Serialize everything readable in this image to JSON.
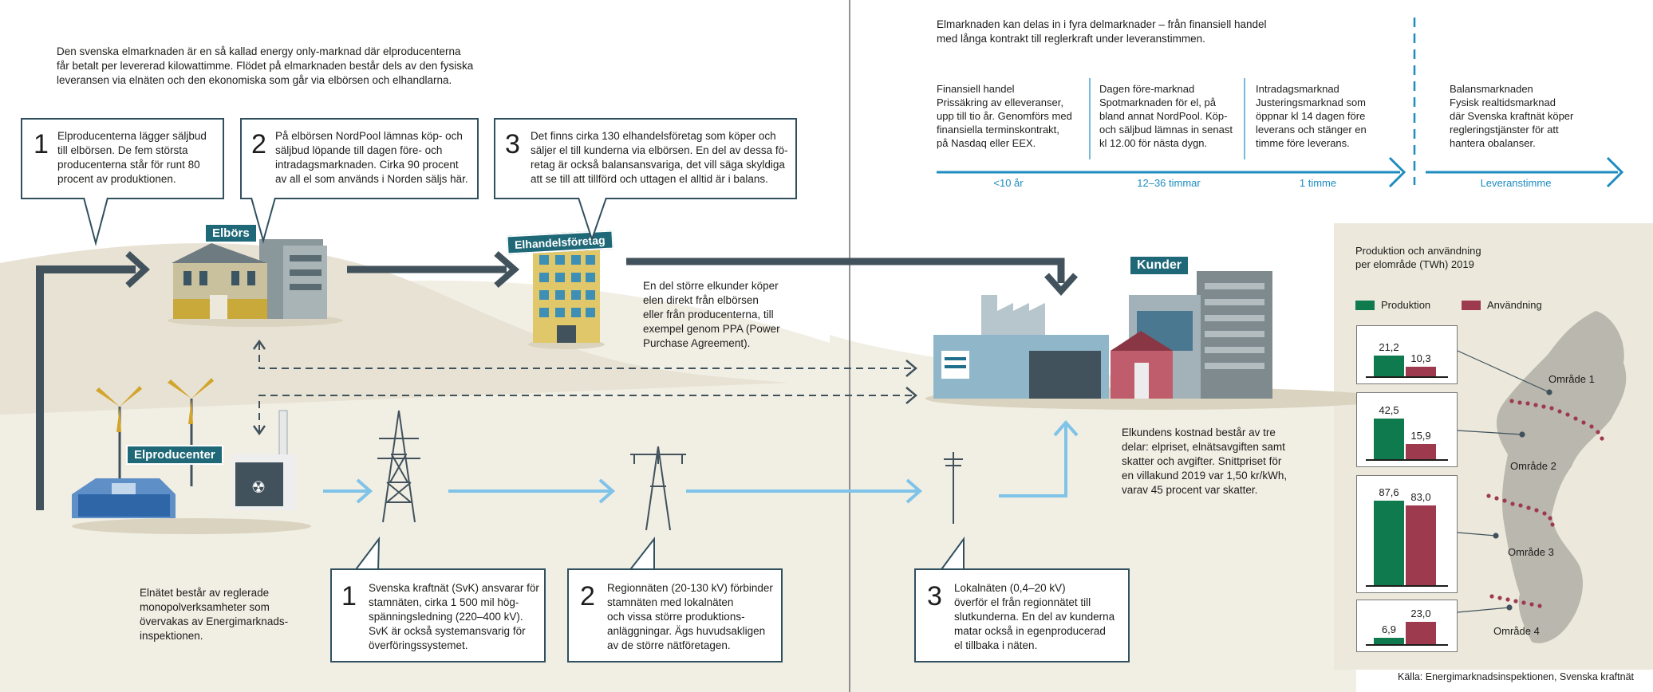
{
  "left": {
    "intro": [
      "Den svenska elmarknaden är en så kallad energy only-marknad där elproducenterna",
      "får betalt per levererad kilowattimme. Flödet på elmarknaden består dels av den fysiska",
      "leveransen via elnäten och den ekonomiska som går via elbörsen och elhandlarna."
    ],
    "market_boxes": [
      {
        "num": "1",
        "lines": [
          "Elproducenterna lägger säljbud",
          "till elbörsen. De fem största",
          "producenterna står för runt 80",
          "procent av produktionen."
        ]
      },
      {
        "num": "2",
        "lines": [
          "På elbörsen NordPool lämnas köp- och",
          "säljbud löpande till dagen före- och",
          "intradagsmarknaden. Cirka 90 procent",
          "av all el som används i Norden säljs här."
        ]
      },
      {
        "num": "3",
        "lines": [
          "Det finns cirka 130 elhandelsföretag som köper och",
          "säljer el till kunderna via elbörsen. En del av dessa fö-",
          "retag är också balansansvariga, det vill säga skyldiga",
          "att se till att tillförd och uttagen el alltid är i balans."
        ]
      }
    ],
    "labels": {
      "elbors": "Elbörs",
      "elhandel": "Elhandelsföretag",
      "producent": "Elproducenter",
      "kunder": "Kunder"
    },
    "ppa": [
      "En del större elkunder köper",
      "elen direkt från elbörsen",
      "eller från producenterna, till",
      "exempel genom PPA (Power",
      "Purchase Agreement)."
    ],
    "grid_note": [
      "Elnätet består av reglerade",
      "monopolverksamheter som",
      "övervakas av Energimarknads-",
      "inspektionen."
    ],
    "grid_boxes": [
      {
        "num": "1",
        "lines": [
          "Svenska kraftnät (SvK) ansvarar för",
          "stamnäten, cirka 1 500 mil hög-",
          "spänningsledning (220–400 kV).",
          "SvK är också systemansvarig för",
          "överföringssystemet."
        ]
      },
      {
        "num": "2",
        "lines": [
          "Regionnäten (20-130 kV) förbinder",
          "stamnäten med lokalnäten",
          "och vissa större produktions-",
          "anläggningar. Ägs huvudsakligen",
          "av de större nätföretagen."
        ]
      },
      {
        "num": "3",
        "lines": [
          "Lokalnäten (0,4–20 kV)",
          "överför el från regionnätet till",
          "slutkunderna. En del av kunderna",
          "matar också in egenproducerad",
          "el tillbaka i näten."
        ]
      }
    ],
    "cost": [
      "Elkundens kostnad består av tre",
      "delar: elpriset, elnätsavgiften samt",
      "skatter och avgifter. Snittpriset för",
      "en villakund 2019 var 1,50 kr/kWh,",
      "varav 45 procent var skatter."
    ]
  },
  "right": {
    "intro": [
      "Elmarknaden kan delas in i fyra delmarknader – från finansiell handel",
      "med långa kontrakt till reglerkraft under leveranstimmen."
    ],
    "markets": [
      {
        "lines": [
          "Finansiell handel",
          "Prissäkring av elleveranser,",
          "upp till tio år. Genomförs med",
          "finansiella terminskontrakt,",
          "på Nasdaq eller EEX."
        ],
        "time": "<10 år"
      },
      {
        "lines": [
          "Dagen före-marknad",
          "Spotmarknaden för el, på",
          "bland annat NordPool. Köp-",
          "och säljbud lämnas in senast",
          "kl 12.00 för nästa dygn."
        ],
        "time": "12–36 timmar"
      },
      {
        "lines": [
          "Intradagsmarknad",
          "Justeringsmarknad som",
          "öppnar kl 14 dagen före",
          "leverans och stänger en",
          "timme före leverans."
        ],
        "time": "1 timme"
      },
      {
        "lines": [
          "Balansmarknaden",
          "Fysisk realtidsmarknad",
          "där Svenska kraftnät köper",
          "regleringstjänster för att",
          "hantera obalanser."
        ],
        "time": "Leveranstimme"
      }
    ]
  },
  "chart_data": {
    "type": "bar",
    "title": "Produktion och användning\nper elområde (TWh) 2019",
    "categories": [
      "Område 1",
      "Område 2",
      "Område 3",
      "Område 4"
    ],
    "series": [
      {
        "name": "Produktion",
        "values": [
          21.2,
          42.5,
          87.6,
          6.9
        ],
        "labels": [
          "21,2",
          "42,5",
          "87,6",
          "6,9"
        ],
        "color": "#0f7a4e"
      },
      {
        "name": "Användning",
        "values": [
          10.3,
          15.9,
          83.0,
          23.0
        ],
        "labels": [
          "10,3",
          "15,9",
          "83,0",
          "23,0"
        ],
        "color": "#9e3a4d"
      }
    ]
  },
  "chart_text": {
    "title1": "Produktion och användning",
    "title2": "per elområde (TWh) 2019"
  },
  "source": "Källa: Energimarknadsinspektionen, Svenska kraftnät",
  "colors": {
    "arrow_dark": "#41525c",
    "arrow_light": "#7fc3e8",
    "timeline": "#1e8cbf",
    "box_border": "#31505f",
    "tag": "#1f6878"
  }
}
